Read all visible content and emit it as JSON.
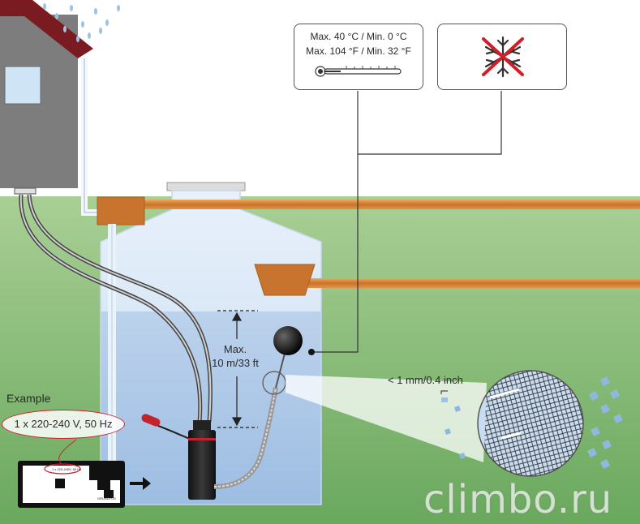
{
  "temperature": {
    "line1": "Max. 40 °C / Min. 0 °C",
    "line2": "Max. 104 °F / Min. 32 °F",
    "thermometer_icon": "thermometer-icon"
  },
  "frost": {
    "icon": "no-frost-icon"
  },
  "level": {
    "line1": "Max.",
    "line2": "10 m/33 ft"
  },
  "filter": {
    "mesh_label": "< 1 mm/0.4 inch"
  },
  "example": {
    "heading": "Example",
    "voltage_label": "1 x 220-240 V, 50 Hz",
    "nameplate_icon": "nameplate-icon",
    "brand": "GRUNDFOS"
  },
  "watermark": "climbo.ru",
  "colors": {
    "sky": "#ffffff",
    "grass": "#78b36a",
    "tank_water": "#a9c7e6",
    "pipe": "#d98a3c",
    "house": "#7d7d7d",
    "roof": "#7a1b22",
    "accent_red": "#d11f2a"
  }
}
